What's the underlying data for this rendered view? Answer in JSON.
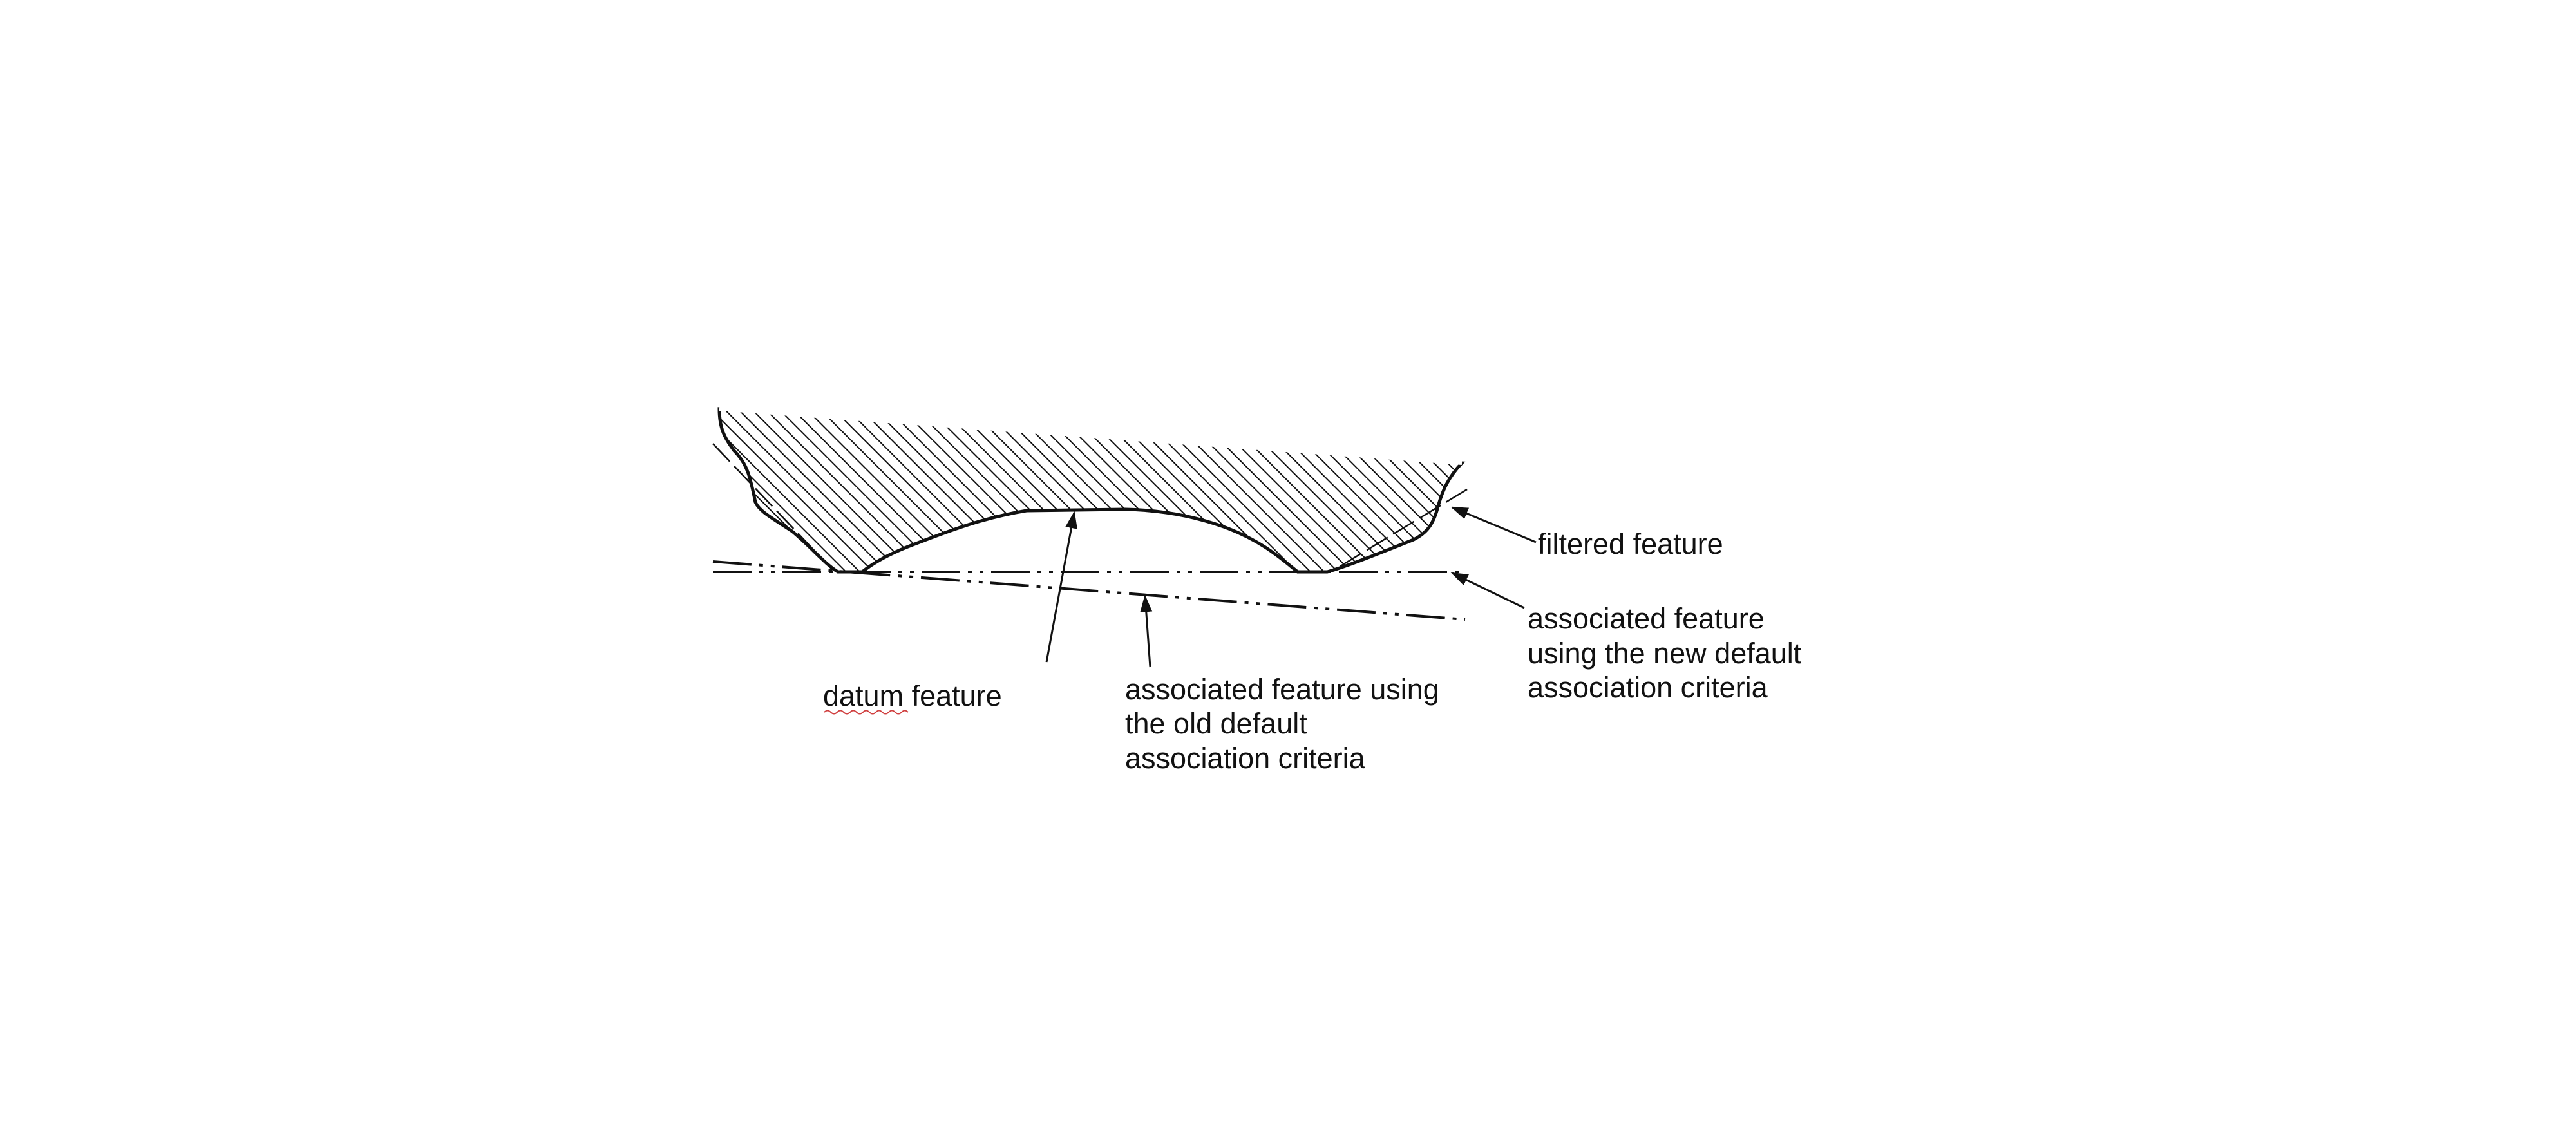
{
  "labels": {
    "filtered_feature": "filtered feature",
    "new_assoc": [
      "associated feature",
      "using the new default",
      "association criteria"
    ],
    "datum_feature": [
      "datum",
      " feature"
    ],
    "old_assoc": [
      "associated feature using",
      "the old default",
      "association criteria"
    ]
  },
  "colors": {
    "ink": "#111111",
    "spellcheck": "#d04040"
  }
}
